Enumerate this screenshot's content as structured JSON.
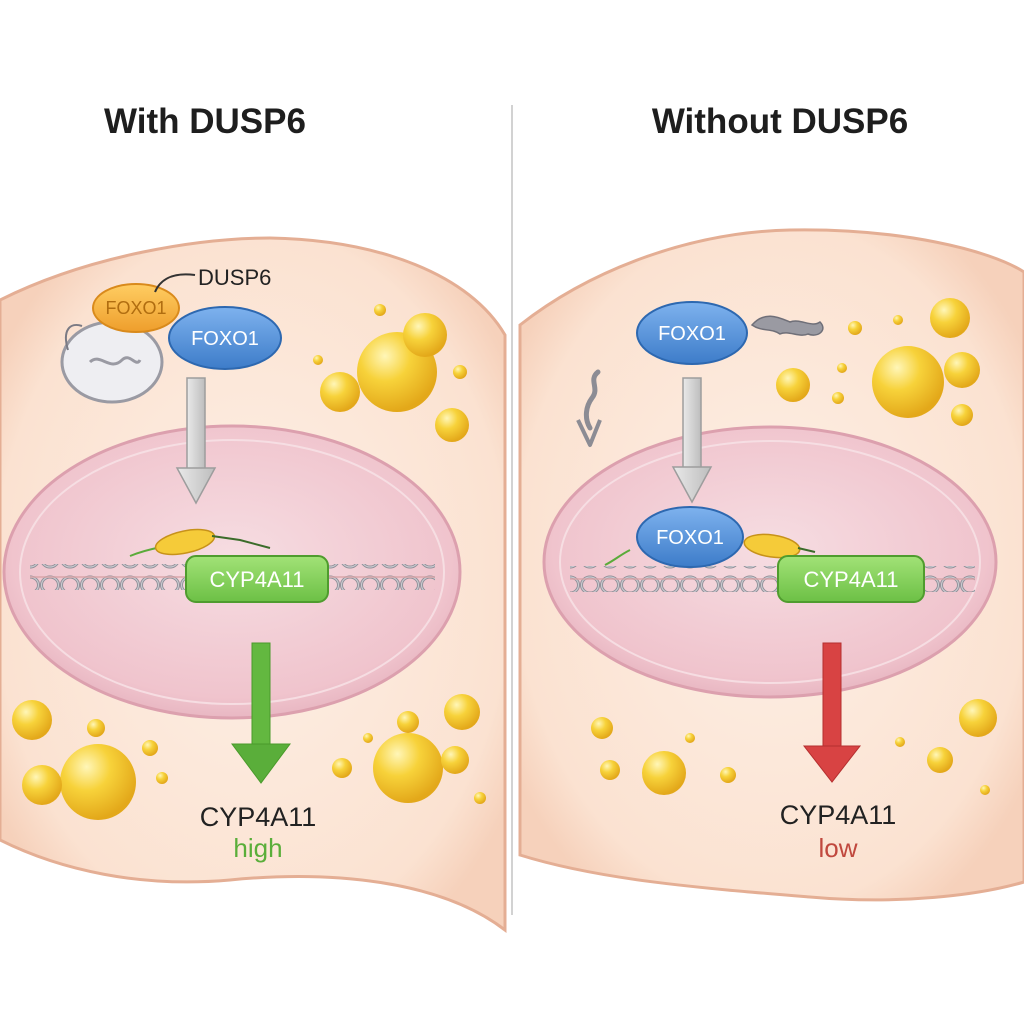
{
  "left_panel": {
    "title": "With DUSP6",
    "dusp6_label": "DUSP6",
    "foxo1_phospho_label": "FOXO1",
    "foxo1_label": "FOXO1",
    "gene_label": "CYP4A11",
    "output_label": "CYP4A11",
    "output_level": "high"
  },
  "right_panel": {
    "title": "Without DUSP6",
    "foxo1_cyto_label": "FOXO1",
    "foxo1_nuclear_label": "FOXO1",
    "gene_label": "CYP4A11",
    "output_label": "CYP4A11",
    "output_level": "low"
  },
  "colors": {
    "cell_fill": "#fbe3d3",
    "cell_edge": "#e7b49a",
    "nucleus_fill": "#f1c6cf",
    "nucleus_edge": "#dfa4b2",
    "foxo1_blue": "#4f8ed8",
    "foxo1_orange": "#f2a93b",
    "gene_green": "#7dcf55",
    "arrow_high": "#59b33a",
    "arrow_low": "#d84343",
    "arrow_grey": "#c8c8c8",
    "lipid_yellow": "#f7d23a",
    "high_text": "#5aae3a",
    "low_text": "#c0483e"
  },
  "icons": {
    "dna": "dna-strand-icon",
    "lipid": "lipid-droplet-icon",
    "dusp6_enzyme": "phosphatase-icon"
  }
}
